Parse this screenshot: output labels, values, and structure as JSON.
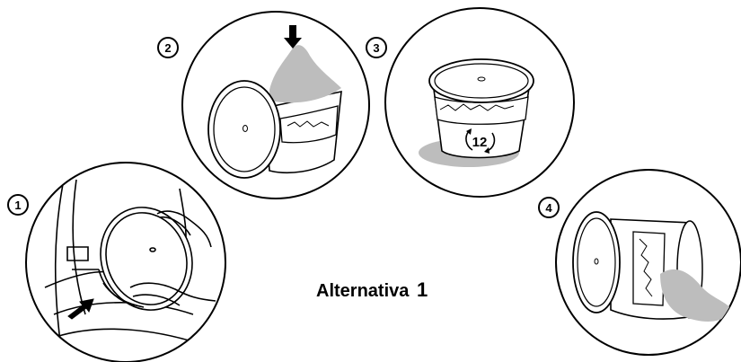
{
  "diagram": {
    "caption_text": "Alternativa",
    "caption_number": "1",
    "steps": [
      {
        "label": "1"
      },
      {
        "label": "2"
      },
      {
        "label": "3"
      },
      {
        "label": "4"
      }
    ],
    "rotation_label": "12",
    "colors": {
      "line": "#000000",
      "fill": "#ffffff",
      "powder": "#bdbdbd"
    }
  }
}
